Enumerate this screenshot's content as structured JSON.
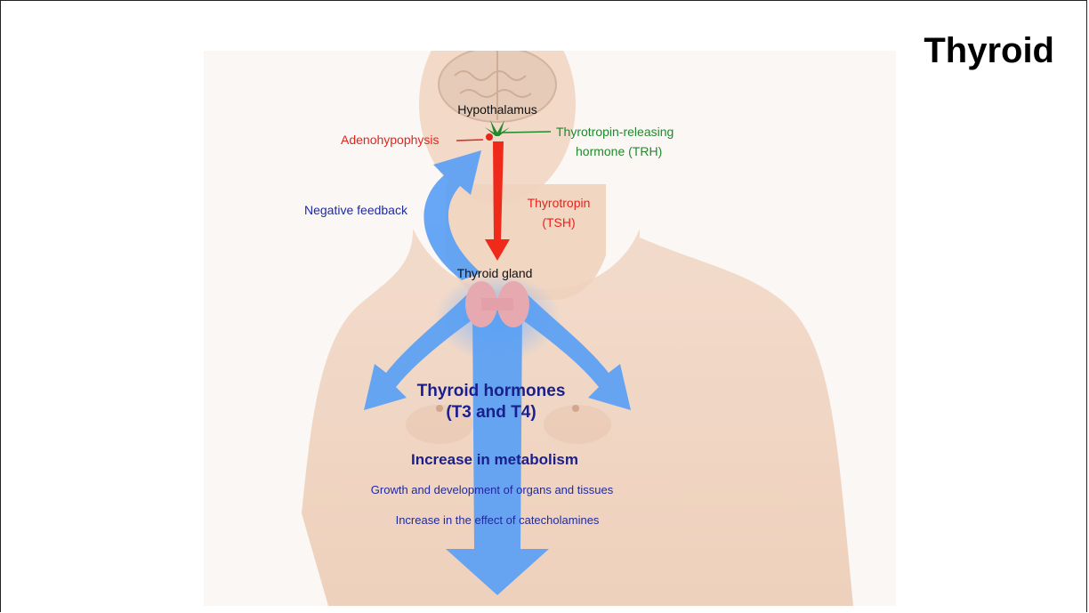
{
  "title": "Thyroid",
  "labels": {
    "hypothalamus": "Hypothalamus",
    "adenohypophysis": "Adenohypophysis",
    "trh_line1": "Thyrotropin-releasing",
    "trh_line2": "hormone (TRH)",
    "negative_feedback": "Negative feedback",
    "tsh_line1": "Thyrotropin",
    "tsh_line2": "(TSH)",
    "thyroid_gland": "Thyroid gland",
    "hormones_line1": "Thyroid hormones",
    "hormones_line2": "(T3 and T4)",
    "metabolism": "Increase in metabolism",
    "growth": "Growth and development of organs and tissues",
    "catecholamines": "Increase in the effect of catecholamines"
  },
  "colors": {
    "tsh_arrow": "#f02a1a",
    "hormone_arrows": "#5aa0f5",
    "trh": "#208a2c",
    "adenohypophysis": "#e8231b",
    "feedback_text": "#1f2aa0"
  }
}
